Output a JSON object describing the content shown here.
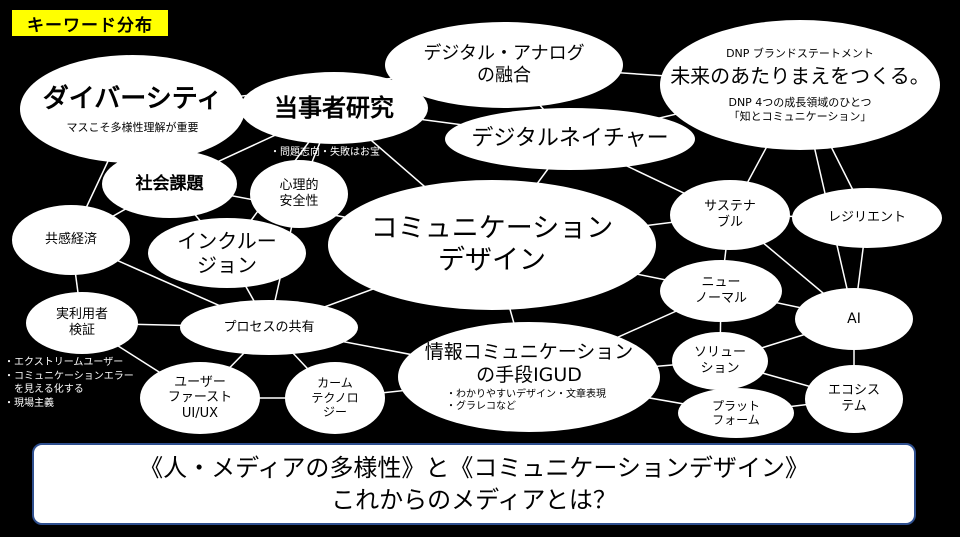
{
  "badge": "キーワード分布",
  "nodes": {
    "diversity": {
      "title": "ダイバーシティ",
      "sub": "マスこそ多様性理解が重要"
    },
    "tojisha": {
      "title": "当事者研究"
    },
    "digital_analog": {
      "title": "デジタル・アナログ",
      "title2": "の融合"
    },
    "dnp": {
      "small1": "DNP ブランドステートメント",
      "title": "未来のあたりまえをつくる。",
      "small2": "DNP 4つの成長領域のひとつ",
      "small3": "「知とコミュニケーション」"
    },
    "digital_nature": {
      "title": "デジタルネイチャー"
    },
    "social": {
      "title": "社会課題"
    },
    "psych": {
      "line1": "心理的",
      "line2": "安全性"
    },
    "comm_design": {
      "line1": "コミュニケーション",
      "line2": "デザイン"
    },
    "sustainable": {
      "line1": "サステナ",
      "line2": "ブル"
    },
    "resilient": {
      "title": "レジリエント"
    },
    "kyokan": {
      "title": "共感経済"
    },
    "inclusion": {
      "line1": "インクルー",
      "line2": "ジョン"
    },
    "new_normal": {
      "line1": "ニュー",
      "line2": "ノーマル"
    },
    "jitsuriyo": {
      "line1": "実利用者",
      "line2": "検証"
    },
    "process": {
      "title": "プロセスの共有"
    },
    "ai": {
      "title": "AI"
    },
    "igud": {
      "line1": "情報コミュニケーション",
      "line2": "の手段IGUD",
      "sub1": "・わかりやすいデザイン・文章表現",
      "sub2": "・グラレコなど"
    },
    "solution": {
      "line1": "ソリュー",
      "line2": "ション"
    },
    "user_first": {
      "line1": "ユーザー",
      "line2": "ファースト",
      "line3": "UI/UX"
    },
    "calm_tech": {
      "line1": "カーム",
      "line2": "テクノロ",
      "line3": "ジー"
    },
    "ecosystem": {
      "line1": "エコシス",
      "line2": "テム"
    },
    "platform": {
      "line1": "プラット",
      "line2": "フォーム"
    }
  },
  "notes": {
    "problem": "・問題志向・失敗はお宝",
    "left1": "・エクストリームユーザー",
    "left2": "・コミュニケーションエラー",
    "left3": "　を見える化する",
    "left4": "・現場主義"
  },
  "footer": {
    "line1": "《人・メディアの多様性》と《コミュニケーションデザイン》",
    "line2": "これからのメディアとは？"
  },
  "links": [
    [
      "diversity",
      "tojisha"
    ],
    [
      "diversity",
      "social"
    ],
    [
      "diversity",
      "kyokan"
    ],
    [
      "diversity",
      "digital_analog"
    ],
    [
      "tojisha",
      "digital_analog"
    ],
    [
      "tojisha",
      "digital_nature"
    ],
    [
      "tojisha",
      "social"
    ],
    [
      "tojisha",
      "psych"
    ],
    [
      "tojisha",
      "comm_design"
    ],
    [
      "tojisha",
      "inclusion"
    ],
    [
      "digital_analog",
      "dnp"
    ],
    [
      "digital_analog",
      "digital_nature"
    ],
    [
      "digital_nature",
      "comm_design"
    ],
    [
      "digital_nature",
      "sustainable"
    ],
    [
      "digital_nature",
      "dnp"
    ],
    [
      "dnp",
      "sustainable"
    ],
    [
      "dnp",
      "resilient"
    ],
    [
      "dnp",
      "ai"
    ],
    [
      "social",
      "inclusion"
    ],
    [
      "social",
      "kyokan"
    ],
    [
      "social",
      "comm_design"
    ],
    [
      "psych",
      "process"
    ],
    [
      "kyokan",
      "jitsuriyo"
    ],
    [
      "kyokan",
      "process"
    ],
    [
      "inclusion",
      "process"
    ],
    [
      "comm_design",
      "process"
    ],
    [
      "comm_design",
      "new_normal"
    ],
    [
      "comm_design",
      "igud"
    ],
    [
      "comm_design",
      "sustainable"
    ],
    [
      "sustainable",
      "resilient"
    ],
    [
      "sustainable",
      "new_normal"
    ],
    [
      "sustainable",
      "ai"
    ],
    [
      "resilient",
      "ai"
    ],
    [
      "new_normal",
      "ai"
    ],
    [
      "new_normal",
      "solution"
    ],
    [
      "new_normal",
      "igud"
    ],
    [
      "jitsuriyo",
      "process"
    ],
    [
      "jitsuriyo",
      "user_first"
    ],
    [
      "process",
      "igud"
    ],
    [
      "process",
      "user_first"
    ],
    [
      "process",
      "calm_tech"
    ],
    [
      "igud",
      "solution"
    ],
    [
      "igud",
      "calm_tech"
    ],
    [
      "igud",
      "platform"
    ],
    [
      "solution",
      "platform"
    ],
    [
      "solution",
      "ecosystem"
    ],
    [
      "solution",
      "ai"
    ],
    [
      "ai",
      "ecosystem"
    ],
    [
      "platform",
      "ecosystem"
    ],
    [
      "user_first",
      "calm_tech"
    ]
  ],
  "colors": {
    "background": "#000000",
    "node": "#ffffff",
    "link": "#ffffff",
    "badge": "#ffff00",
    "footer_border": "#2e4f8f"
  }
}
